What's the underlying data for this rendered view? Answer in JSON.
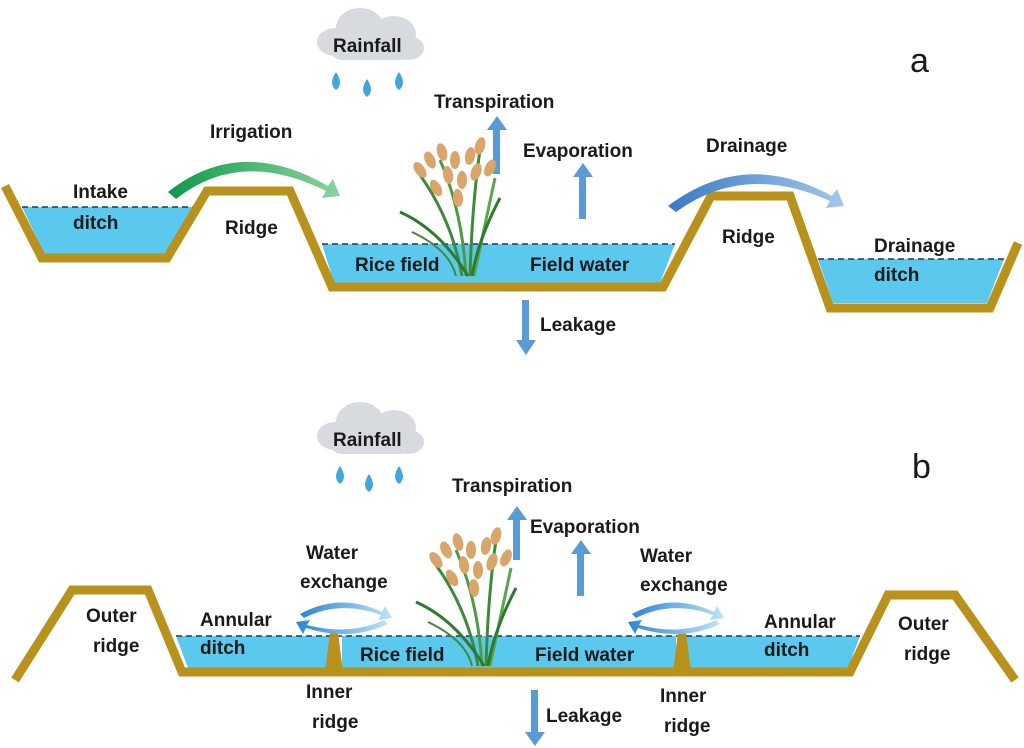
{
  "colors": {
    "water": "#5bc8ee",
    "soil": "#b8921c",
    "arrow_blue": "#5b9bd5",
    "arrow_green": "#22a04a",
    "drop": "#3fa7dc",
    "cloud": "#d7dbe0",
    "plant_green": "#3f8a3a",
    "panicle": "#d9a56a"
  },
  "panel_a": {
    "panel_letter": "a",
    "rainfall": "Rainfall",
    "transpiration": "Transpiration",
    "evaporation": "Evaporation",
    "irrigation": "Irrigation",
    "drainage": "Drainage",
    "intake_ditch": [
      "Intake",
      "ditch"
    ],
    "ridge_left": "Ridge",
    "ridge_right": "Ridge",
    "rice_field": "Rice field",
    "field_water": "Field water",
    "drainage_ditch": [
      "Drainage",
      "ditch"
    ],
    "leakage": "Leakage"
  },
  "panel_b": {
    "panel_letter": "b",
    "rainfall": "Rainfall",
    "transpiration": "Transpiration",
    "evaporation": "Evaporation",
    "water_exchange_left": [
      "Water",
      "exchange"
    ],
    "water_exchange_right": [
      "Water",
      "exchange"
    ],
    "outer_ridge_left": [
      "Outer",
      "ridge"
    ],
    "outer_ridge_right": [
      "Outer",
      "ridge"
    ],
    "annular_ditch_left": [
      "Annular",
      "ditch"
    ],
    "annular_ditch_right": [
      "Annular",
      "ditch"
    ],
    "rice_field": "Rice field",
    "field_water": "Field water",
    "inner_ridge_left": [
      "Inner",
      "ridge"
    ],
    "inner_ridge_right": [
      "Inner",
      "ridge"
    ],
    "leakage": "Leakage"
  }
}
